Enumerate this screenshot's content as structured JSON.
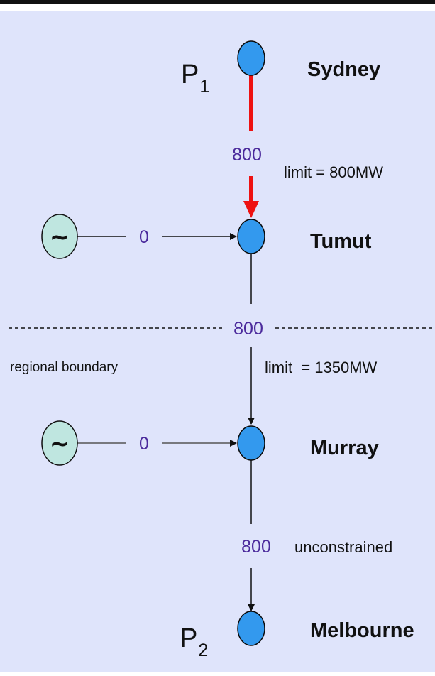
{
  "colors": {
    "background": "#dfe4fb",
    "node_fill": "#3399ee",
    "node_stroke": "#0a0a0a",
    "generator_fill": "#bfe6e0",
    "constrained_line": "#ee1111",
    "number_text": "#4b2a9c",
    "line": "#111111"
  },
  "nodes": {
    "sydney": {
      "name": "Sydney",
      "price_symbol": "P",
      "price_subscript": "1"
    },
    "tumut": {
      "name": "Tumut"
    },
    "murray": {
      "name": "Murray"
    },
    "melbourne": {
      "name": "Melbourne",
      "price_symbol": "P",
      "price_subscript": "2"
    }
  },
  "generators": [
    {
      "icon": "tilde-generator-icon",
      "symbol": "~",
      "output": "0"
    },
    {
      "icon": "tilde-generator-icon",
      "symbol": "~",
      "output": "0"
    }
  ],
  "flows": {
    "sydney_tumut": {
      "value": "800",
      "limit": "limit = 800MW"
    },
    "tumut_murray": {
      "value": "800",
      "limit": "limit  = 1350MW"
    },
    "murray_melbourne": {
      "value": "800",
      "limit": "unconstrained"
    }
  },
  "boundary": {
    "label": "regional boundary"
  }
}
